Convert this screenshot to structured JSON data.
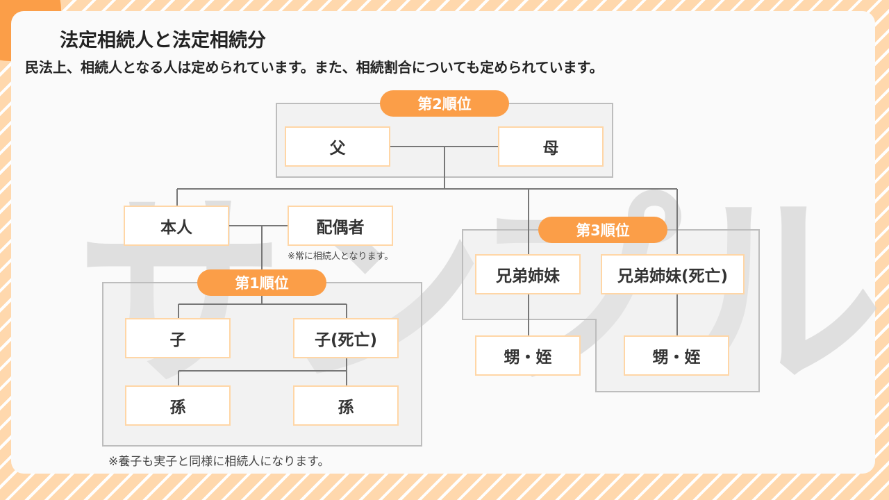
{
  "page": {
    "title": "法定相続人と法定相続分",
    "subtitle": "民法上、相続人となる人は定められています。また、相続割合についても定められています。",
    "watermark": "サンプル"
  },
  "diagram": {
    "rank2": {
      "label": "第2順位",
      "father": "父",
      "mother": "母"
    },
    "self": "本人",
    "spouse": "配偶者",
    "spouse_note": "※常に相続人となります。",
    "rank1": {
      "label": "第1順位",
      "child": "子",
      "child_deceased": "子(死亡)",
      "grandchild_1": "孫",
      "grandchild_2": "孫",
      "note": "※養子も実子と同様に相続人になります。"
    },
    "rank3": {
      "label": "第3順位",
      "sibling": "兄弟姉妹",
      "sibling_deceased": "兄弟姉妹(死亡)",
      "nephew_niece_1": "甥・姪",
      "nephew_niece_2": "甥・姪"
    }
  },
  "colors": {
    "accent": "#fb9e48",
    "background_stripe": "#ffd8ad",
    "box_border": "#ffd6a6",
    "group_border": "#bdbdbd",
    "connector": "#777777"
  }
}
